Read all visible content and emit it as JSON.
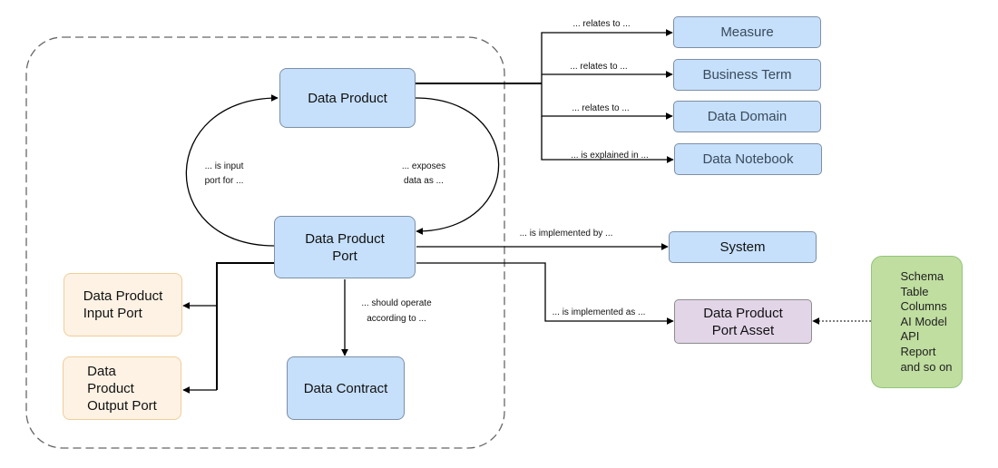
{
  "nodes": {
    "data_product": "Data Product",
    "data_product_port": "Data Product\nPort",
    "input_port": "Data Product\nInput Port",
    "output_port": "Data\nProduct\nOutput Port",
    "data_contract": "Data Contract",
    "measure": "Measure",
    "business_term": "Business Term",
    "data_domain": "Data Domain",
    "data_notebook": "Data Notebook",
    "system": "System",
    "port_asset": "Data Product\nPort Asset"
  },
  "asset_types": [
    "Schema",
    "Table",
    "Columns",
    "AI Model",
    "API",
    "Report",
    "and so on"
  ],
  "edge_labels": {
    "relates_to_measure": "... relates to ...",
    "relates_to_business_term": "... relates to ...",
    "relates_to_domain": "... relates to ...",
    "explained_in": "... is explained in ...",
    "is_input_port_for_1": "... is input",
    "is_input_port_for_2": "port for ...",
    "exposes_data_as_1": "... exposes",
    "exposes_data_as_2": "data as ...",
    "implemented_by": "... is implemented by ...",
    "implemented_as": "... is implemented as ...",
    "should_operate_1": "... should operate",
    "should_operate_2": "according to ..."
  },
  "colors": {
    "entity_fill": "#c6e0fb",
    "port_variant_fill": "#fdf2e4",
    "asset_fill": "#e2d5e8",
    "asset_types_fill": "#c0dea0",
    "boundary_stroke": "#666666"
  }
}
